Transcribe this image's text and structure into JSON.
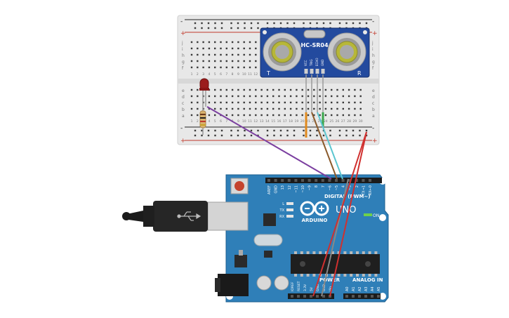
{
  "sensor": {
    "name": "HC-SR04",
    "pins": [
      "VCC",
      "TRIG",
      "ECHO",
      "GND"
    ],
    "left_mark": "T",
    "right_mark": "R"
  },
  "breadboard": {
    "row_letters_top": [
      "j",
      "i",
      "h",
      "g",
      "f"
    ],
    "row_letters_bottom": [
      "e",
      "d",
      "c",
      "b",
      "a"
    ],
    "column_numbers": [
      "1",
      "2",
      "3",
      "4",
      "5",
      "6",
      "7",
      "8",
      "9",
      "10",
      "11",
      "12",
      "13",
      "14",
      "15",
      "16",
      "17",
      "18",
      "19",
      "20",
      "21",
      "22",
      "23",
      "24",
      "25",
      "26",
      "27",
      "28",
      "29",
      "30"
    ],
    "rail_plus": "+",
    "rail_minus": "-"
  },
  "arduino": {
    "logo_text": "ARDUINO",
    "model": "UNO",
    "digital_label": "DIGITAL (PWM~)",
    "power_label": "POWER",
    "analog_label": "ANALOG IN",
    "on_label": "ON",
    "led_labels": [
      "L",
      "TX",
      "RX"
    ],
    "top_pin_labels": [
      "AREF",
      "GND",
      "13",
      "12",
      "~11",
      "~10",
      "~9",
      "8",
      "7",
      "~6",
      "~5",
      "4",
      "~3",
      "2",
      "TX→1",
      "RX←0"
    ],
    "power_pin_labels": [
      "IOREF",
      "RESET",
      "3.3V",
      "5V",
      "GND",
      "GND",
      "Vin"
    ],
    "analog_pin_labels": [
      "A0",
      "A1",
      "A2",
      "A3",
      "A4",
      "A5"
    ]
  },
  "wires": [
    {
      "from": "LED resistor",
      "to": "pin 7",
      "color": "#7b3fa0"
    },
    {
      "from": "ECHO",
      "to": "pin 6",
      "color": "#8a5a2b"
    },
    {
      "from": "TRIG",
      "to": "pin 5",
      "color": "#5bc6d0"
    },
    {
      "from": "VCC rail",
      "to": "5V",
      "color": "#d0302f"
    },
    {
      "from": "GND",
      "to": "GND",
      "color": "#888888"
    }
  ],
  "colors": {
    "board": "#2f7fb8",
    "board_edge": "#1d5f8f",
    "breadboard": "#e6e6e6",
    "sensor_board": "#234a9e",
    "led": "#9b1c1c",
    "usb_cable": "#222222"
  }
}
